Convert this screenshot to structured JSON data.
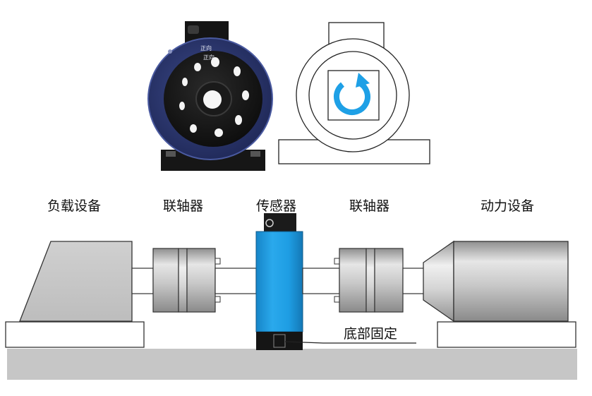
{
  "labels": {
    "load": "负载设备",
    "coupling_left": "联轴器",
    "sensor": "传感器",
    "coupling_right": "联轴器",
    "power": "动力设备",
    "base_fixed": "底部固定"
  },
  "product_marks": {
    "top": "正向",
    "bottom": "正向"
  },
  "colors": {
    "sensor_blue": "#1E9DE3",
    "sensor_body_navy": "#2F3B74",
    "machine_gray": "#BEBEBE",
    "ground_gray": "#C6C6C6",
    "rotation_arrow": "#1EA0E6"
  },
  "icons": {
    "rotation": "clockwise-rotation-arrow-icon"
  }
}
